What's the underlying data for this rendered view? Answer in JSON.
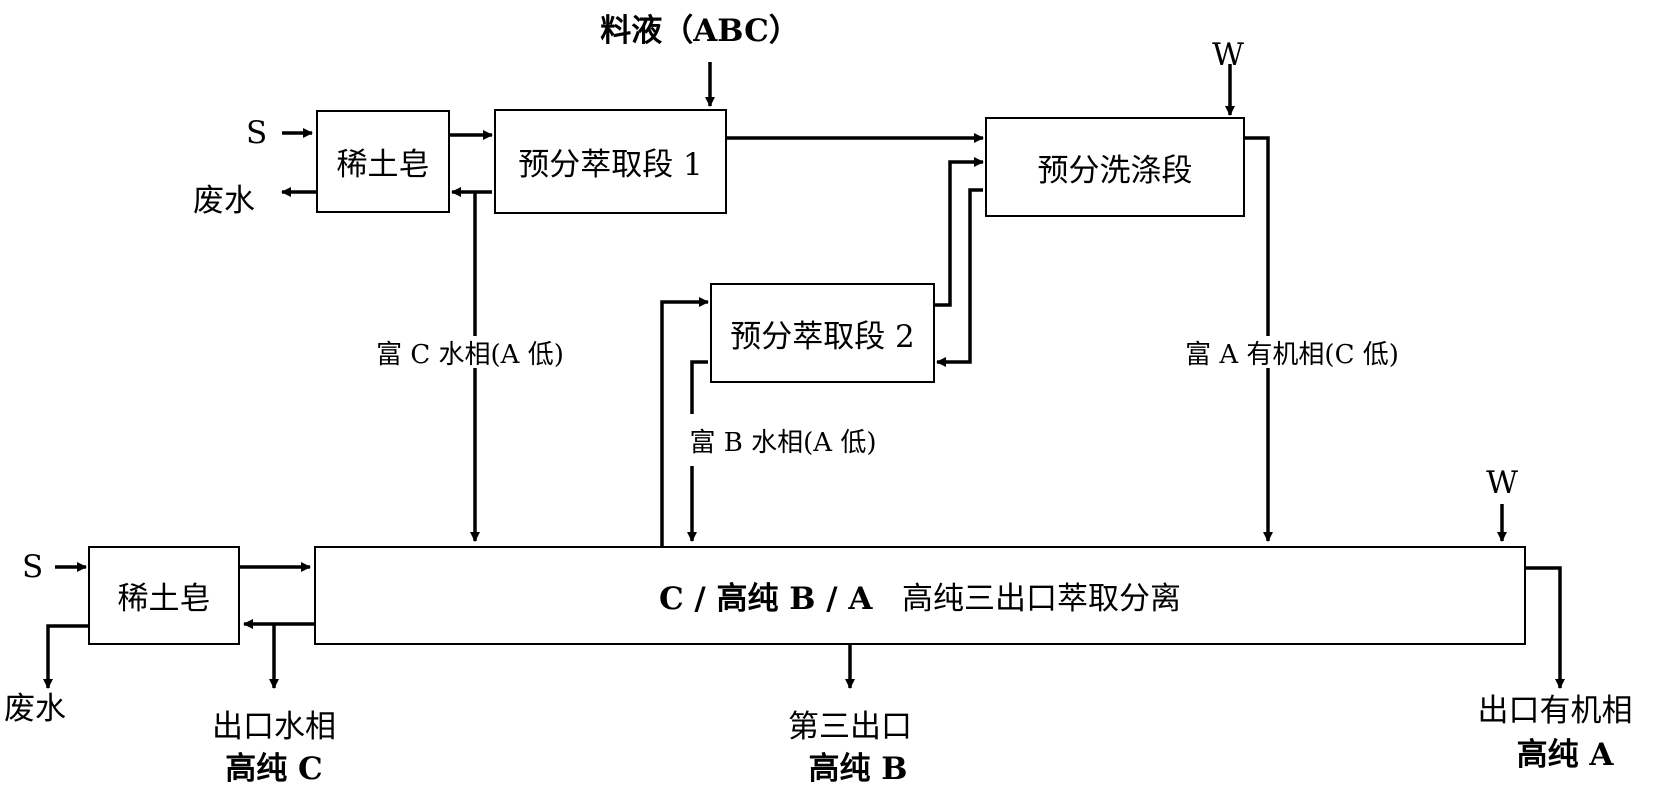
{
  "labels": {
    "feed": "料液（ABC）",
    "w_top": "W",
    "w_bottom": "W",
    "s_top": "S",
    "s_bottom": "S",
    "waste_top": "废水",
    "waste_bottom": "废水",
    "rich_c_aqueous": "富 C 水相(A 低)",
    "rich_b_aqueous": "富 B 水相(A 低)",
    "rich_a_organic": "富 A 有机相(C 低)",
    "outlet_aqueous": "出口水相",
    "high_purity_c": "高纯 C",
    "third_outlet": "第三出口",
    "high_purity_b": "高纯 B",
    "outlet_organic": "出口有机相",
    "high_purity_a": "高纯 A"
  },
  "boxes": {
    "soap_top": "稀土皂",
    "pre_extract_1": "预分萃取段 1",
    "pre_wash": "预分洗涤段",
    "pre_extract_2": "预分萃取段 2",
    "soap_bottom": "稀土皂",
    "main_bold_1": "C /  高纯 B / A",
    "main_rest": "高纯三出口萃取分离"
  }
}
